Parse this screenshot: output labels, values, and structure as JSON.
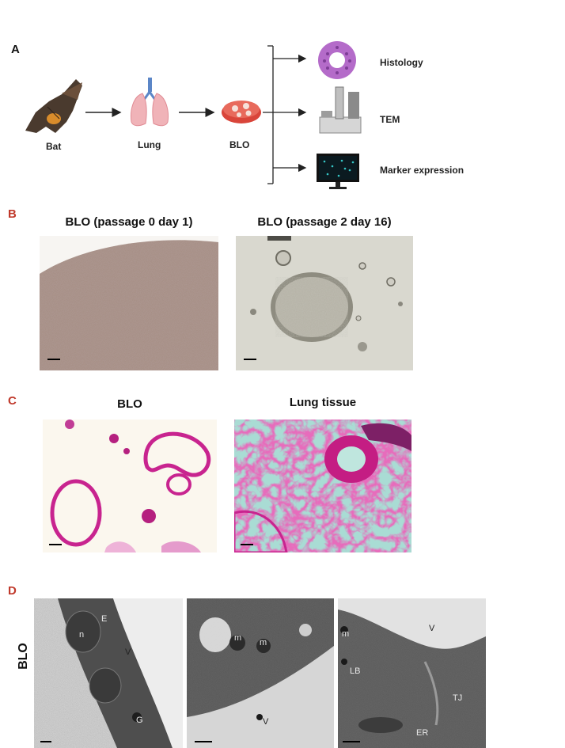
{
  "panel_a": {
    "letter": "A",
    "bat_label": "Bat",
    "lung_label": "Lung",
    "blo_label": "BLO",
    "outputs": [
      "Histology",
      "TEM",
      "Marker expression"
    ]
  },
  "panel_b": {
    "letter": "B",
    "left_title": "BLO (passage 0 day 1)",
    "right_title": "BLO (passage 2 day 16)"
  },
  "panel_c": {
    "letter": "C",
    "left_title": "BLO",
    "right_title": "Lung tissue"
  },
  "panel_d": {
    "letter": "D",
    "row_label": "BLO",
    "img1_labels": {
      "e": "E",
      "n": "n",
      "v": "V",
      "g": "G"
    },
    "img2_labels": {
      "m1": "m",
      "m2": "m",
      "v": "V"
    },
    "img3_labels": {
      "m": "m",
      "v": "V",
      "lb": "LB",
      "tj": "TJ",
      "er": "ER"
    }
  },
  "colors": {
    "panel_letter_red": "#c0392b",
    "he_stain": "#c8248f"
  }
}
